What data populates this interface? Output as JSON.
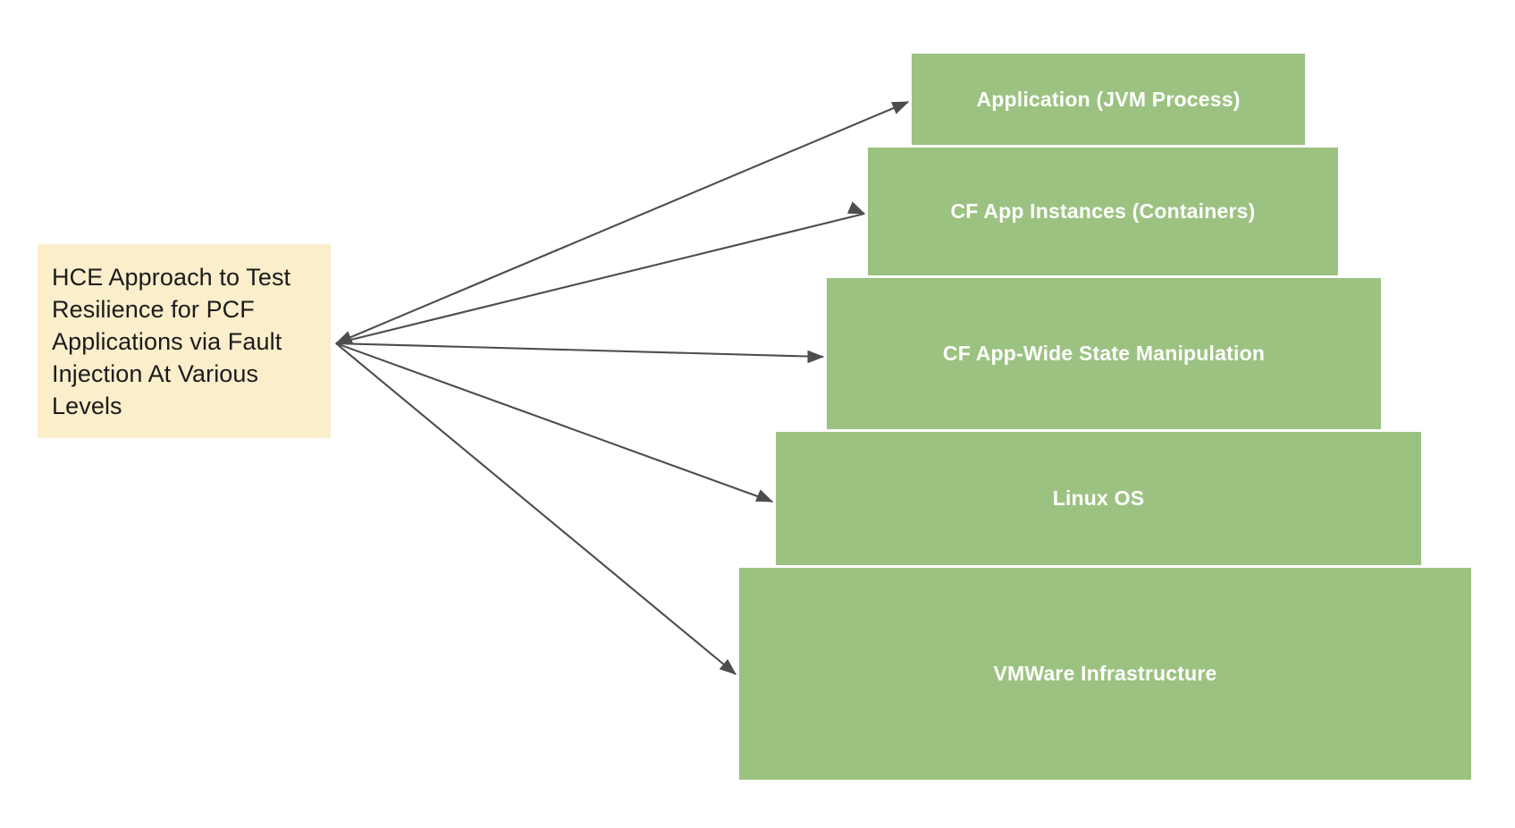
{
  "diagram": {
    "title_note": {
      "text": "HCE Approach to Test Resilience for PCF Applications via Fault Injection At Various Levels",
      "fill": "#fbeecb",
      "text_color": "#1b1b1b"
    },
    "layer_fill": "#9cc281",
    "layer_text_color": "#ffffff",
    "connector_color": "#4d4d4d",
    "layers": [
      {
        "label": "Application (JVM Process)"
      },
      {
        "label": "CF App Instances (Containers)"
      },
      {
        "label": "CF App-Wide State Manipulation"
      },
      {
        "label": "Linux OS"
      },
      {
        "label": "VMWare Infrastructure"
      }
    ]
  }
}
